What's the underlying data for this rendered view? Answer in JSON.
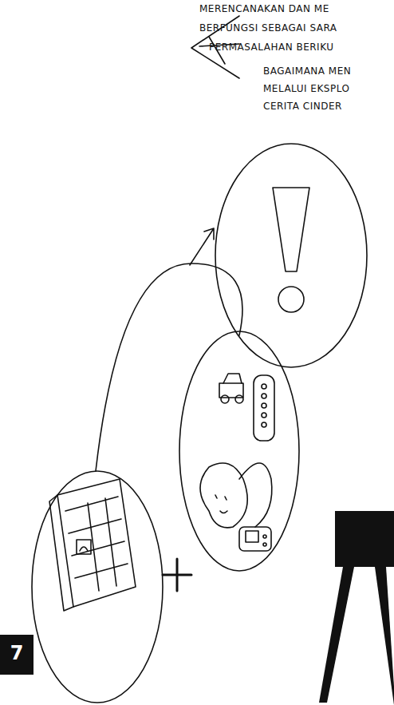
{
  "diagram": {
    "labels": [
      "7",
      "MERENCANAKAN DAN ME",
      "BERFUNGSI SEBAGAI SARA",
      "PERMASALAHAN BERIKU",
      "BAGAIMANA MEN",
      "MELALUI EKSPLO",
      "CERITA CINDER"
    ]
  }
}
